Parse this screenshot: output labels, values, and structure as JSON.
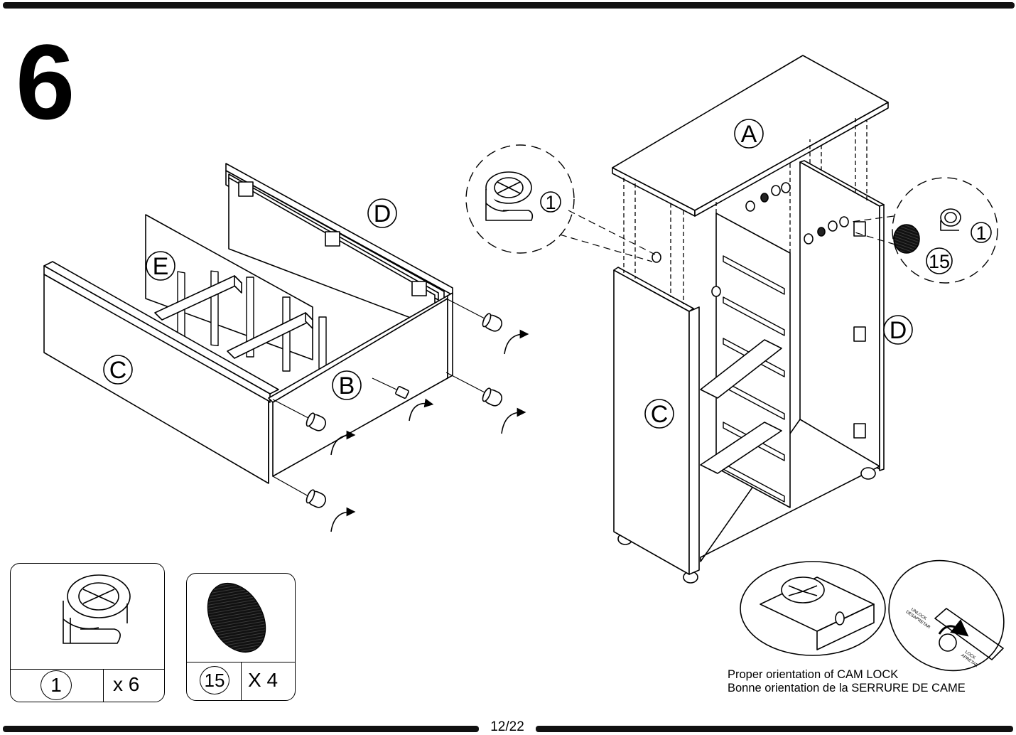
{
  "step": {
    "number": "6"
  },
  "labels": {
    "panel_a": "A",
    "panel_b": "B",
    "panel_c_left": "C",
    "panel_c_right": "C",
    "panel_d_left": "D",
    "panel_d_right": "D",
    "panel_e": "E",
    "cam_callout_left": "1",
    "cam_callout_right": "1",
    "cap_callout_right": "15"
  },
  "parts": [
    {
      "id": "1",
      "quantity": "x 6",
      "icon": "cam-lock-icon"
    },
    {
      "id": "15",
      "quantity": "X 4",
      "icon": "cover-cap-icon"
    }
  ],
  "orientation_detail": {
    "unlock_text": "UNLOCK\nDESAPRETAR",
    "lock_text": "LOCK\nAPRETAR"
  },
  "caption": {
    "line1": "Proper orientation of CAM LOCK",
    "line2": "Bonne orientation de la SERRURE DE CAME"
  },
  "footer": {
    "page": "12/22"
  }
}
